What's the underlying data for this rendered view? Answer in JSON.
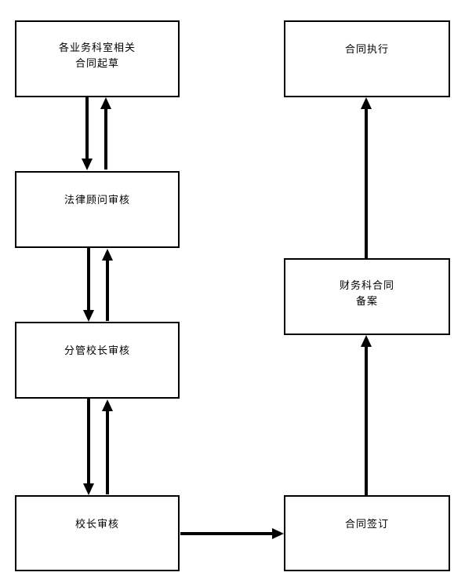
{
  "nodes": {
    "draft": "各业务科室相关\n合同起草",
    "legal": "法律顾问审核",
    "vice": "分管校长审核",
    "principal": "校长审核",
    "sign": "合同签订",
    "record": "财务科合同\n备案",
    "execute": "合同执行"
  },
  "colors": {
    "stroke": "#000000",
    "fill": "#ffffff"
  }
}
